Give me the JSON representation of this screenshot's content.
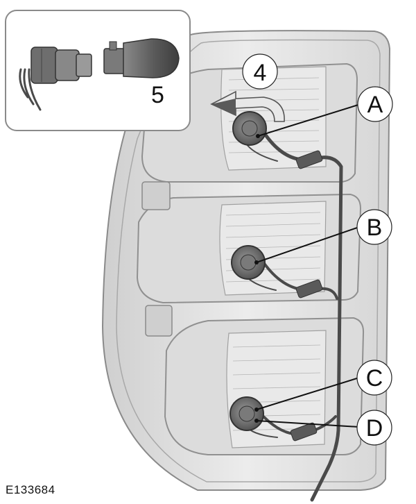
{
  "figure": {
    "reference_code": "E133684",
    "inset_label": "5",
    "rotate_label": "4",
    "callouts": [
      "A",
      "B",
      "C",
      "D"
    ]
  },
  "colors": {
    "housing_outline": "#8a8a8a",
    "housing_fill": "#e6e6e6",
    "lamp_fill": "#d4d4d4",
    "socket_fill": "#6a6a6a",
    "wire": "#4a4a4a",
    "arrow": "#5a5a5a",
    "label_text": "#111111"
  }
}
